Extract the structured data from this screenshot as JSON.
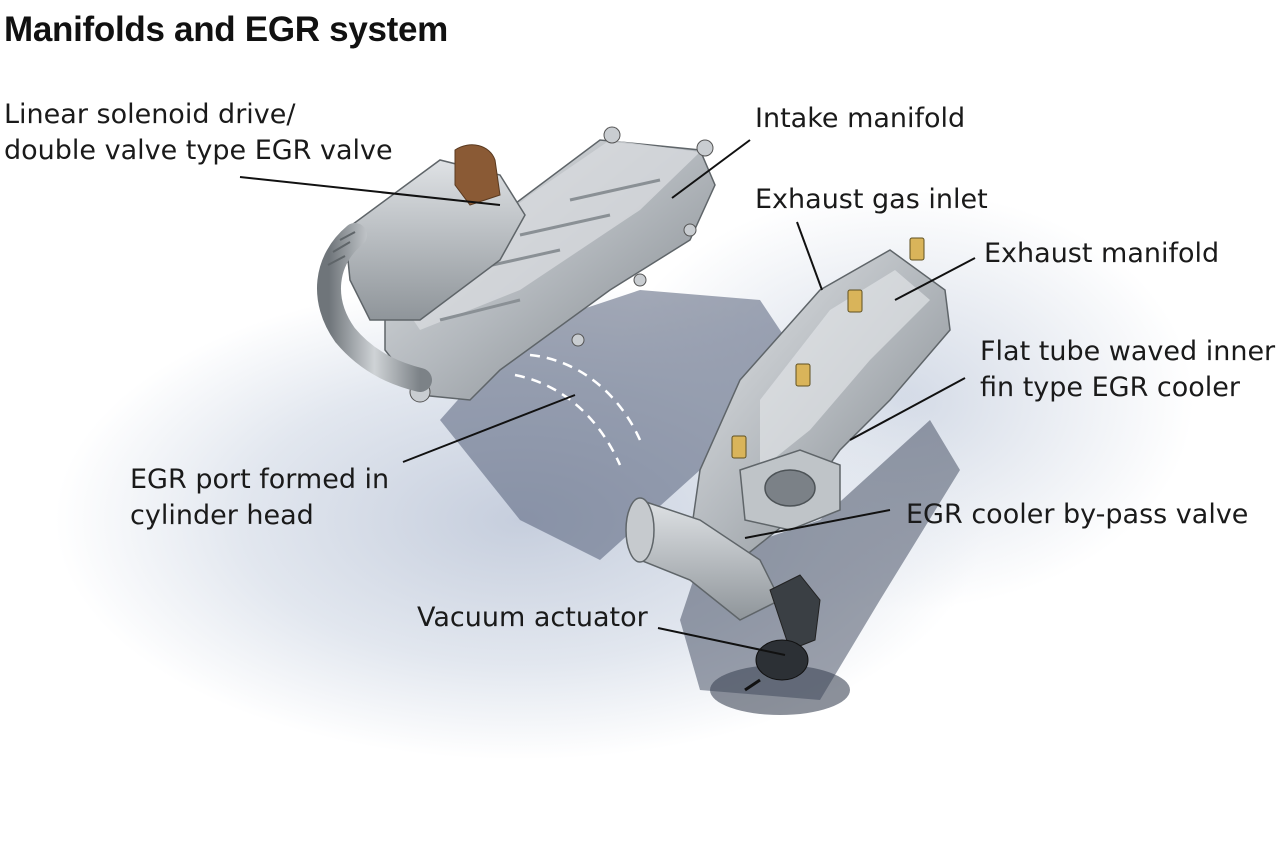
{
  "title": "Manifolds and EGR system",
  "labels": {
    "egr_valve": [
      "Linear solenoid drive/",
      "double valve type EGR valve"
    ],
    "intake_manifold": "Intake manifold",
    "exhaust_gas_inlet": "Exhaust gas inlet",
    "exhaust_manifold": "Exhaust manifold",
    "egr_cooler": [
      "Flat tube waved inner",
      "fin type EGR cooler"
    ],
    "egr_port": [
      "EGR port formed in",
      "cylinder head"
    ],
    "bypass_valve": "EGR cooler by-pass valve",
    "vacuum_actuator": "Vacuum actuator"
  },
  "colors": {
    "metal_light": "#d9dcdf",
    "metal_mid": "#a9aeb3",
    "metal_dark": "#6d7378",
    "shadow": "#5a6475",
    "bronze": "#8a5a35",
    "leader": "#111111"
  }
}
